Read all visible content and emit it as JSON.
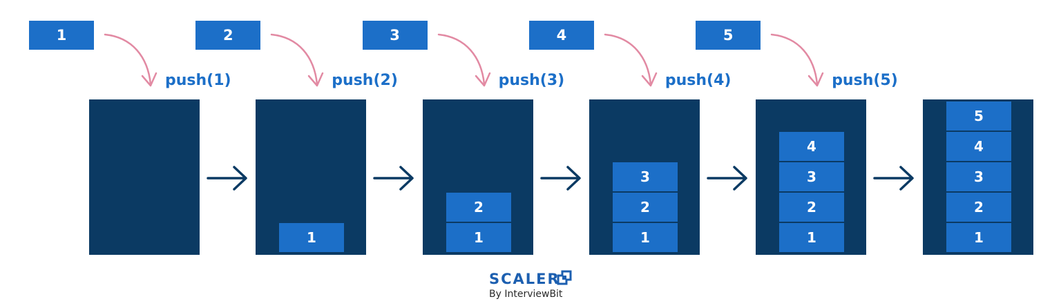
{
  "incoming_values": [
    "1",
    "2",
    "3",
    "4",
    "5"
  ],
  "push_labels": [
    "push(1)",
    "push(2)",
    "push(3)",
    "push(4)",
    "push(5)"
  ],
  "stacks": [
    [],
    [
      "1"
    ],
    [
      "1",
      "2"
    ],
    [
      "1",
      "2",
      "3"
    ],
    [
      "1",
      "2",
      "3",
      "4"
    ],
    [
      "1",
      "2",
      "3",
      "4",
      "5"
    ]
  ],
  "logo": {
    "name": "SCALER",
    "tagline": "By InterviewBit"
  },
  "colors": {
    "block": "#1c6fc8",
    "stack": "#0b3a63",
    "curve_arrow": "#e28aa3",
    "flow_arrow": "#0b3a63",
    "label": "#1c6fc8"
  }
}
